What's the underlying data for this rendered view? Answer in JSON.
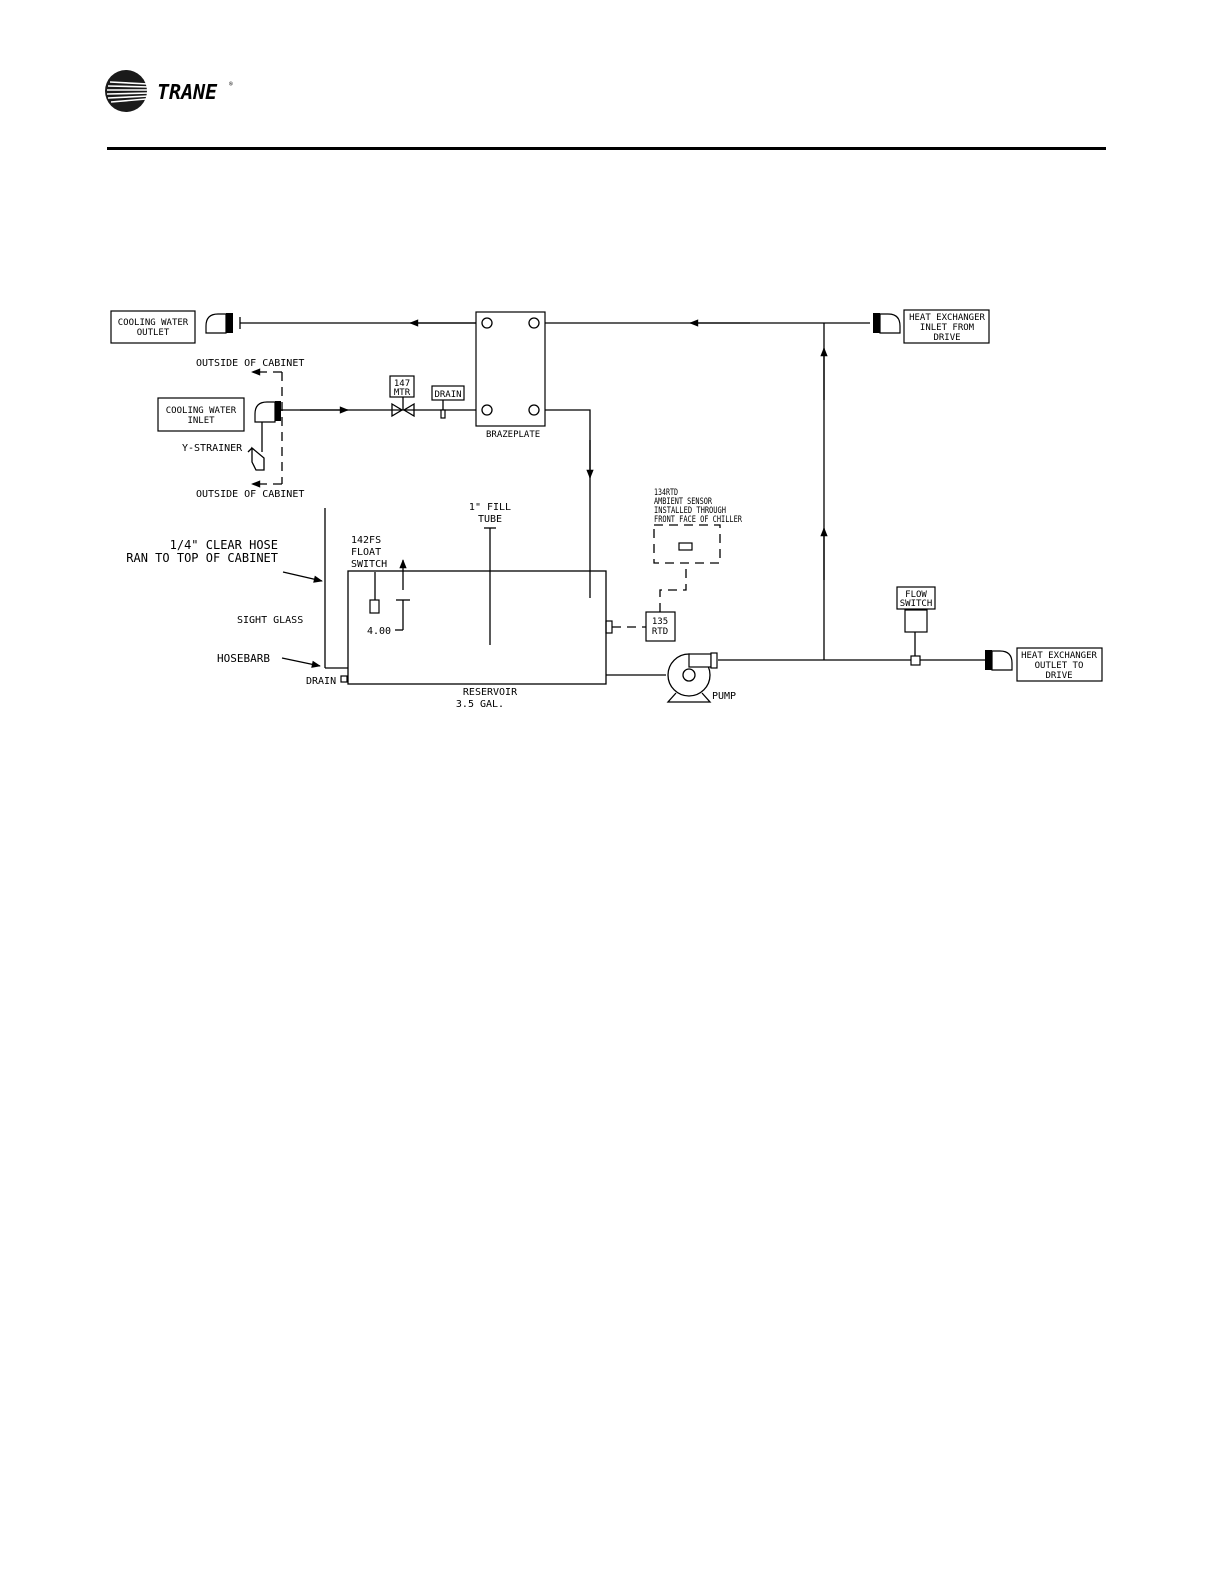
{
  "brand": {
    "name": "TRANE",
    "registered": "®"
  },
  "diagram": {
    "cooling_water_outlet": [
      "COOLING WATER",
      "OUTLET"
    ],
    "cooling_water_inlet": [
      "COOLING WATER",
      "INLET"
    ],
    "hx_inlet": [
      "HEAT EXCHANGER",
      "INLET FROM",
      "DRIVE"
    ],
    "hx_outlet": [
      "HEAT EXCHANGER",
      "OUTLET TO",
      "DRIVE"
    ],
    "outside_cabinet_top": "OUTSIDE OF CABINET",
    "outside_cabinet_bottom": "OUTSIDE OF CABINET",
    "y_strainer": "Y-STRAINER",
    "mtr": [
      "147",
      "MTR"
    ],
    "drain_tag": "DRAIN",
    "brazeplate": "BRAZEPLATE",
    "fill_tube": [
      "1\" FILL",
      "TUBE"
    ],
    "ambient_sensor": [
      "134RTD",
      "AMBIENT SENSOR",
      "INSTALLED THROUGH",
      "FRONT FACE OF CHILLER"
    ],
    "clear_hose": [
      "1/4\" CLEAR HOSE",
      "RAN TO TOP OF CABINET"
    ],
    "float_switch": [
      "142FS",
      "FLOAT",
      "SWITCH"
    ],
    "dimension": "4.00",
    "sight_glass": "SIGHT GLASS",
    "hosebarb": "HOSEBARB",
    "drain_bottom": "DRAIN",
    "reservoir": [
      "RESERVOIR",
      "3.5 GAL."
    ],
    "rtd": [
      "135",
      "RTD"
    ],
    "pump": "PUMP",
    "flow_switch": [
      "FLOW",
      "SWITCH"
    ]
  }
}
